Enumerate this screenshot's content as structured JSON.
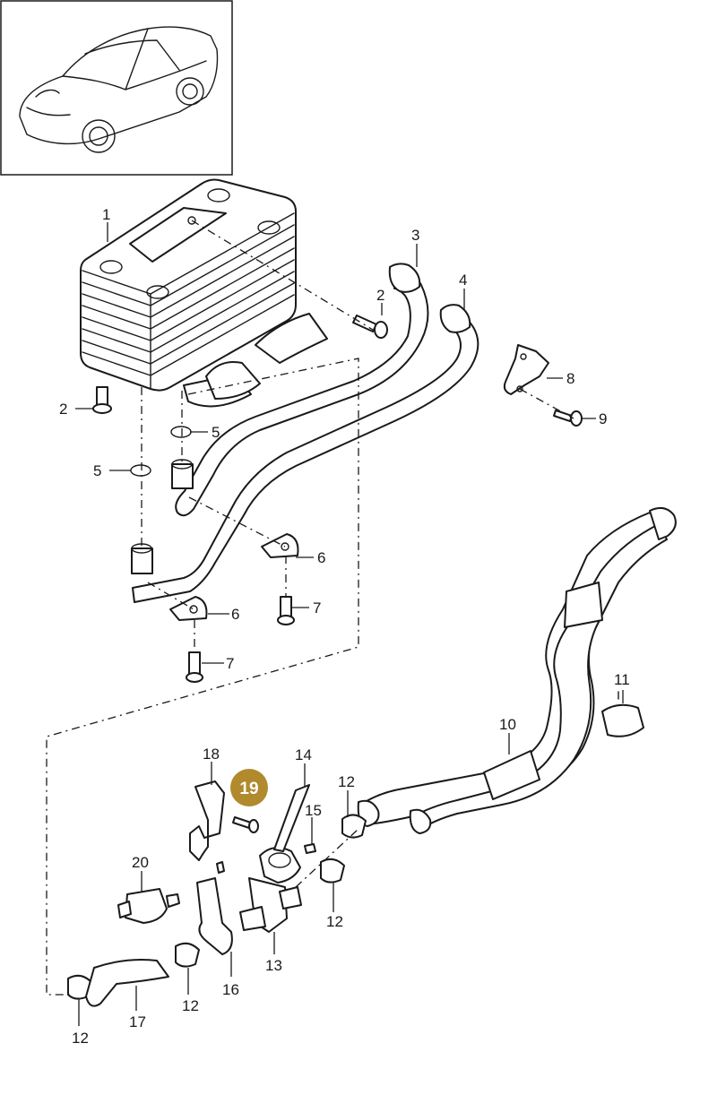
{
  "callouts": {
    "c1": "1",
    "c2a": "2",
    "c2b": "2",
    "c3": "3",
    "c4": "4",
    "c5a": "5",
    "c5b": "5",
    "c6a": "6",
    "c6b": "6",
    "c7a": "7",
    "c7b": "7",
    "c8": "8",
    "c9": "9",
    "c10": "10",
    "c11": "11",
    "c12a": "12",
    "c12b": "12",
    "c12c": "12",
    "c12d": "12",
    "c13": "13",
    "c14": "14",
    "c15": "15",
    "c16": "16",
    "c17": "17",
    "c18": "18",
    "c20": "20"
  },
  "highlight": {
    "label": "19",
    "color": "#b08a2c"
  },
  "colors": {
    "line": "#1a1a1a",
    "background": "#ffffff"
  }
}
